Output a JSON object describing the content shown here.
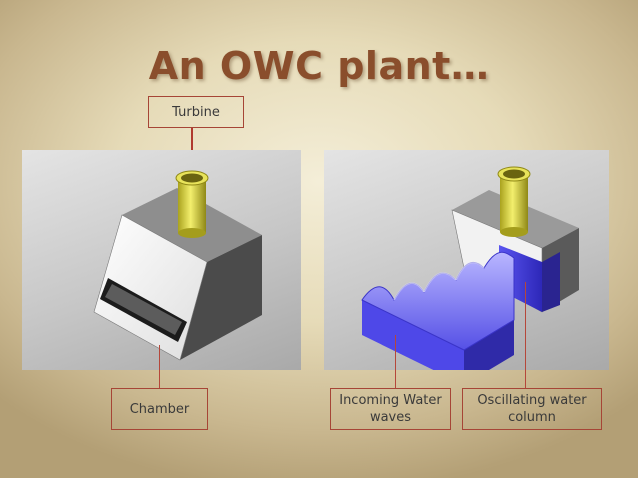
{
  "slide": {
    "title": "An OWC plant…"
  },
  "labels": {
    "turbine": "Turbine",
    "chamber": "Chamber",
    "incoming_waves": "Incoming Water\nwaves",
    "oscillating_column": "Oscillating water\ncolumn"
  },
  "colors": {
    "title": "#8a4e2c",
    "label_border": "#a64536",
    "pointer": "#b03a2e",
    "turbine_yellow": "#d9d64a",
    "water_blue": "#4a44e0"
  }
}
